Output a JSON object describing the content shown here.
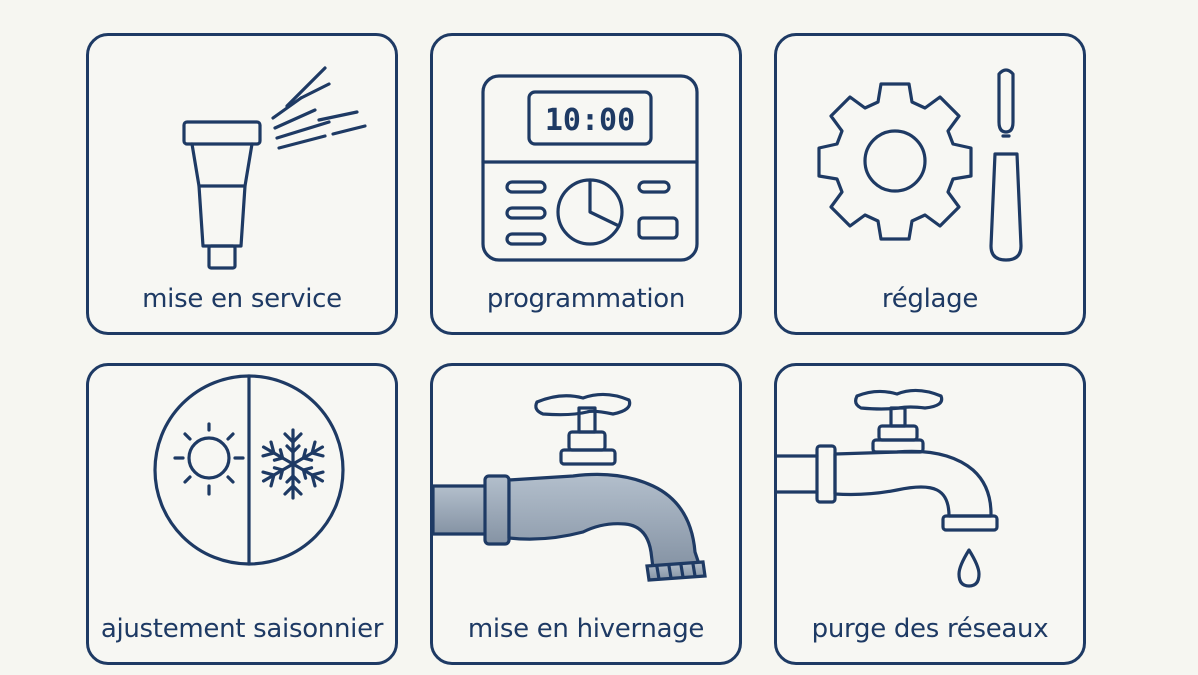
{
  "tiles": [
    {
      "label": "mise en service",
      "icon": "sprinkler-icon"
    },
    {
      "label": "programmation",
      "icon": "controller-icon",
      "display": "10:00"
    },
    {
      "label": "réglage",
      "icon": "gear-screwdriver-icon"
    },
    {
      "label": "ajustement saisonnier",
      "icon": "sun-snowflake-icon"
    },
    {
      "label": "mise en hivernage",
      "icon": "tap-icon"
    },
    {
      "label": "purge des réseaux",
      "icon": "tap-drip-icon"
    }
  ],
  "colors": {
    "stroke": "#1e3a64",
    "background": "#f6f6f1",
    "tap_fill": "#9aa7b6"
  }
}
